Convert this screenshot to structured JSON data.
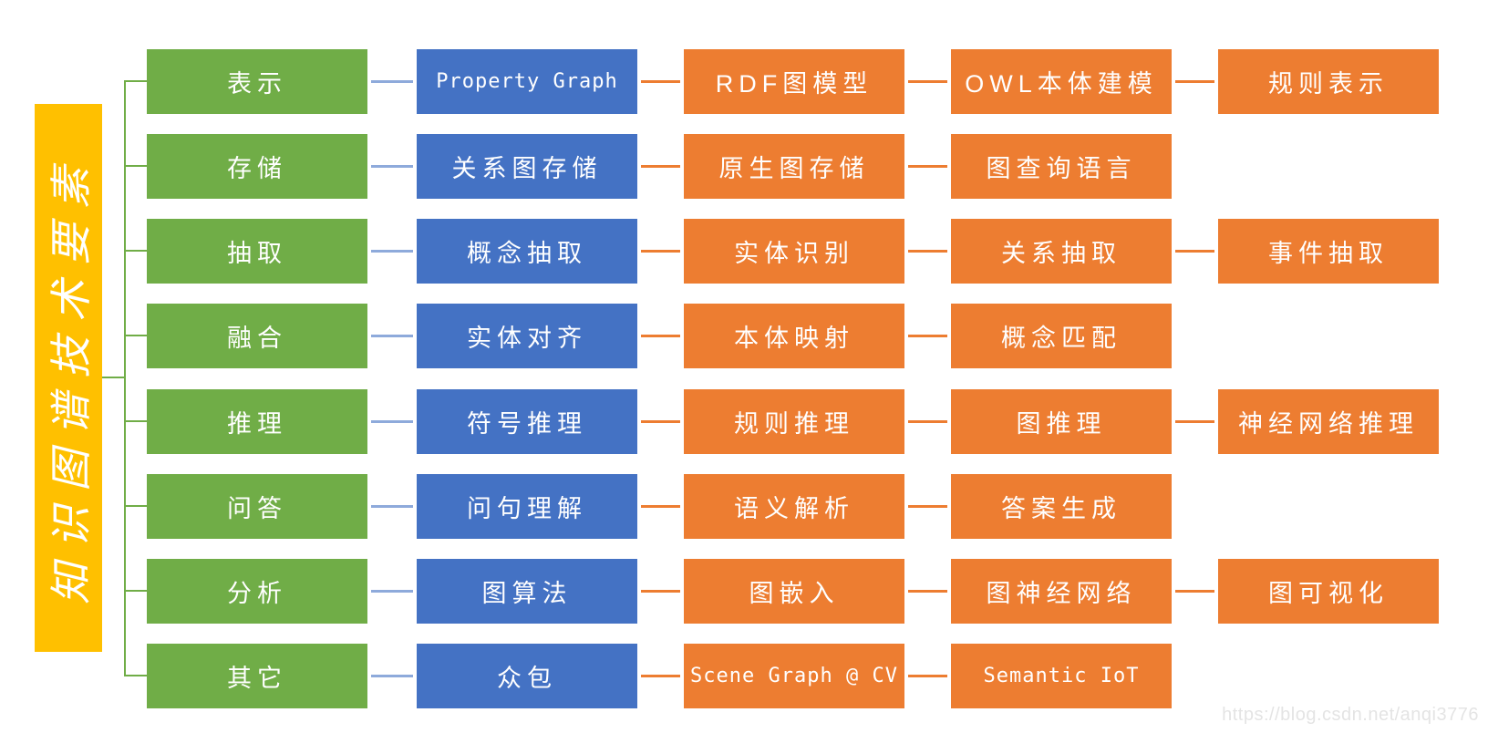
{
  "title": {
    "label": "知识图谱技术要素"
  },
  "colors": {
    "root": "#FFC000",
    "category": "#70AD47",
    "level1": "#4472C4",
    "level2": "#ED7D31"
  },
  "rows": [
    {
      "category": "表示",
      "items": [
        "Property Graph",
        "RDF图模型",
        "OWL本体建模",
        "规则表示"
      ]
    },
    {
      "category": "存储",
      "items": [
        "关系图存储",
        "原生图存储",
        "图查询语言"
      ]
    },
    {
      "category": "抽取",
      "items": [
        "概念抽取",
        "实体识别",
        "关系抽取",
        "事件抽取"
      ]
    },
    {
      "category": "融合",
      "items": [
        "实体对齐",
        "本体映射",
        "概念匹配"
      ]
    },
    {
      "category": "推理",
      "items": [
        "符号推理",
        "规则推理",
        "图推理",
        "神经网络推理"
      ]
    },
    {
      "category": "问答",
      "items": [
        "问句理解",
        "语义解析",
        "答案生成"
      ]
    },
    {
      "category": "分析",
      "items": [
        "图算法",
        "图嵌入",
        "图神经网络",
        "图可视化"
      ]
    },
    {
      "category": "其它",
      "items": [
        "众包",
        "Scene Graph @ CV",
        "Semantic IoT"
      ]
    }
  ],
  "watermark": {
    "url_text": "https://blog.csdn.net/anqi3776"
  }
}
